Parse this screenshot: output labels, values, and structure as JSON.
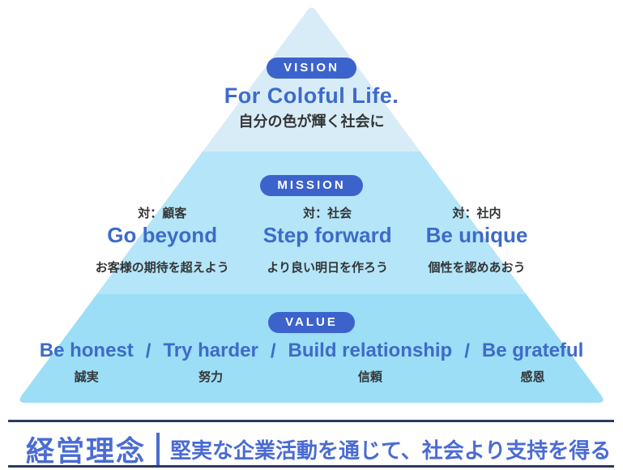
{
  "colors": {
    "tier_vision": "#d8ecf7",
    "tier_mission": "#b5e5f8",
    "tier_value": "#9bdef5",
    "pill_background": "#3c63cb",
    "accent_text": "#3d6bc9",
    "dark_text": "#323537",
    "footer_line": "#2d3a60",
    "footer_text": "#4a6bd3"
  },
  "pyramid": {
    "vision": {
      "badge": "VISION",
      "title": "For Coloful Life.",
      "subtitle": "自分の色が輝く社会に"
    },
    "mission": {
      "badge": "MISSION",
      "items": [
        {
          "target": "対：顧客",
          "title": "Go beyond",
          "subtitle": "お客様の期待を超えよう"
        },
        {
          "target": "対：社会",
          "title": "Step forward",
          "subtitle": "より良い明日を作ろう"
        },
        {
          "target": "対：社内",
          "title": "Be unique",
          "subtitle": "個性を認めあおう"
        }
      ]
    },
    "value": {
      "badge": "VALUE",
      "separator": "/",
      "items": [
        {
          "title": "Be honest",
          "subtitle": "誠実"
        },
        {
          "title": "Try harder",
          "subtitle": "努力"
        },
        {
          "title": "Build relationship",
          "subtitle": "信頼"
        },
        {
          "title": "Be grateful",
          "subtitle": "感恩"
        }
      ]
    }
  },
  "footer": {
    "label": "経営理念",
    "statement": "堅実な企業活動を通じて、社会より支持を得る"
  }
}
